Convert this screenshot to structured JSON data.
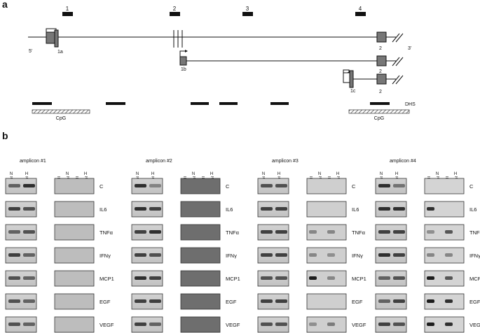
{
  "panel_a": {
    "label": "a",
    "amplicon_numbers": [
      "1",
      "2",
      "3",
      "4"
    ],
    "five_prime": "5'",
    "three_prime": "3'",
    "exon_labels": [
      "1a",
      "1b",
      "1c",
      "2",
      "2",
      "2"
    ],
    "dhs_label": "DHS",
    "cpg_labels": [
      "CpG",
      "CpG"
    ]
  },
  "panel_b": {
    "label": "b",
    "row_labels": [
      "C",
      "IL6",
      "TNFα",
      "IFNγ",
      "MCP1",
      "EGF",
      "VEGF"
    ],
    "group_N": "N",
    "group_H": "H",
    "amplicons": [
      {
        "title": "amplicon #1",
        "input_lanes": [
          "Input",
          "Input"
        ],
        "digest_lanes": [
          "HpaII",
          "MspI",
          "HpaII",
          "MspI"
        ]
      },
      {
        "title": "amplicon #2",
        "input_lanes": [
          "Input",
          "Input"
        ],
        "digest_lanes": [
          "HpaII",
          "MspI",
          "HpaII",
          "MspI"
        ]
      },
      {
        "title": "amplicon #3",
        "input_lanes": [
          "Input",
          "Input"
        ],
        "digest_lanes": [
          "HpaII",
          "MspI",
          "HpaII",
          "MspI"
        ]
      },
      {
        "title": "amplicon #4",
        "input_lanes": [
          "Input",
          "Input"
        ],
        "digest_lanes": [
          "HpaII",
          "MspI",
          "HpaII",
          "MspI"
        ]
      }
    ]
  }
}
